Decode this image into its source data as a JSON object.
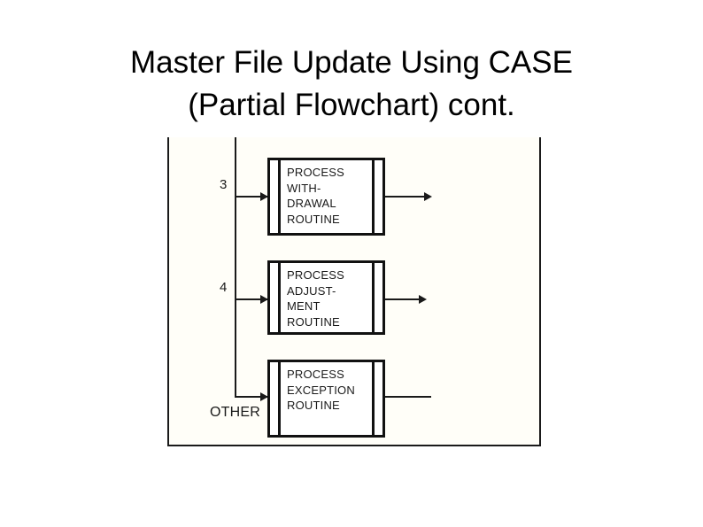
{
  "slide": {
    "title_line_1": "Master File Update Using CASE",
    "title_line_2": "(Partial Flowchart) cont."
  },
  "figure": {
    "frame_background": "#fffef8",
    "line_color": "#1a1a1a",
    "branches": [
      {
        "label": "3",
        "box": {
          "name": "process-withdrawal-routine",
          "lines": [
            "PROCESS",
            "WITH-",
            "DRAWAL",
            "ROUTINE"
          ]
        },
        "exit_has_arrow": true
      },
      {
        "label": "4",
        "box": {
          "name": "process-adjustment-routine",
          "lines": [
            "PROCESS",
            "ADJUST-",
            "MENT",
            "ROUTINE"
          ]
        },
        "exit_has_arrow": true
      },
      {
        "label": "OTHER",
        "box": {
          "name": "process-exception-routine",
          "lines": [
            "PROCESS",
            "EXCEPTION",
            "ROUTINE"
          ]
        },
        "exit_has_arrow": false
      }
    ]
  }
}
